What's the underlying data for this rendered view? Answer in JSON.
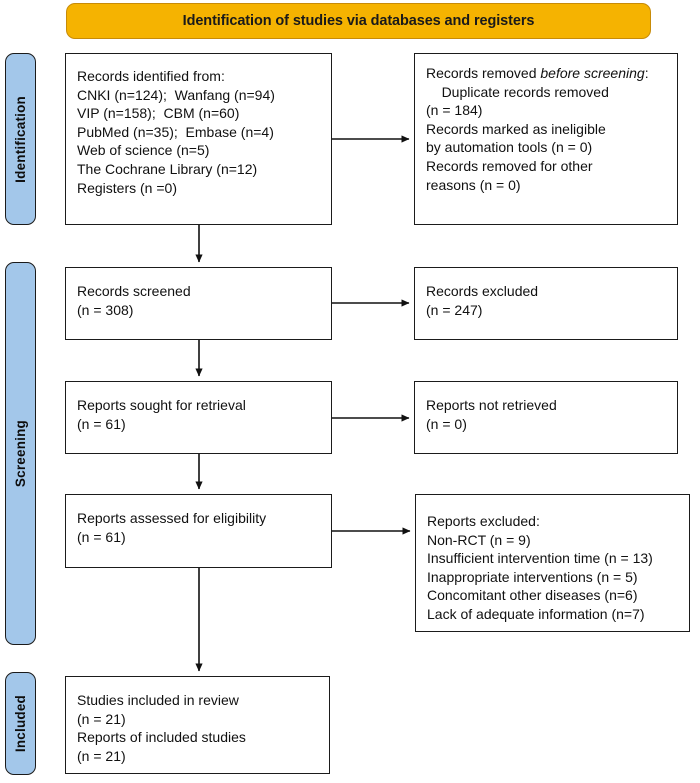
{
  "banner": {
    "title": "Identification of studies via databases and registers",
    "color": "#F5B301"
  },
  "phases": {
    "identification": "Identification",
    "screening": "Screening",
    "included": "Included",
    "color": "#A3C7EA"
  },
  "boxes": {
    "records_identified": {
      "name": "Records identified from",
      "text": "Records identified from:\nCNKI (n=124);  Wanfang (n=94)\nVIP (n=158);  CBM (n=60)\nPubMed (n=35);  Embase (n=4)\nWeb of science (n=5)\nThe Cochrane Library (n=12)\nRegisters (n =0)",
      "sources": [
        {
          "label": "CNKI",
          "n": 124
        },
        {
          "label": "Wanfang",
          "n": 94
        },
        {
          "label": "VIP",
          "n": 158
        },
        {
          "label": "CBM",
          "n": 60
        },
        {
          "label": "PubMed",
          "n": 35
        },
        {
          "label": "Embase",
          "n": 4
        },
        {
          "label": "Web of science",
          "n": 5
        },
        {
          "label": "The Cochrane Library",
          "n": 12
        },
        {
          "label": "Registers",
          "n": 0
        }
      ]
    },
    "records_removed": {
      "heading_plain": "Records removed ",
      "heading_italic": "before screening",
      "heading_colon": ":",
      "items": "    Duplicate records removed\n(n = 184)\nRecords marked as ineligible\nby automation tools (n = 0)\nRecords removed for other\nreasons (n = 0)",
      "duplicates_n": 184,
      "automation_n": 0,
      "other_n": 0
    },
    "records_screened": {
      "text": "Records screened\n(n = 308)",
      "n": 308
    },
    "records_excluded": {
      "text": "Records excluded\n(n = 247)",
      "n": 247
    },
    "reports_sought": {
      "text": "Reports sought for retrieval\n(n = 61)",
      "n": 61
    },
    "reports_not_retrieved": {
      "text": "Reports not retrieved\n(n = 0)",
      "n": 0
    },
    "reports_assessed": {
      "text": "Reports assessed for eligibility\n(n = 61)",
      "n": 61
    },
    "reports_excluded": {
      "text": "Reports excluded:\nNon-RCT (n = 9)\nInsufficient intervention time (n = 13)\nInappropriate interventions (n = 5)\nConcomitant other diseases (n=6)\nLack of adequate information (n=7)",
      "reasons": [
        {
          "label": "Non-RCT",
          "n": 9
        },
        {
          "label": "Insufficient intervention time",
          "n": 13
        },
        {
          "label": "Inappropriate interventions",
          "n": 5
        },
        {
          "label": "Concomitant other diseases",
          "n": 6
        },
        {
          "label": "Lack of adequate information",
          "n": 7
        }
      ]
    },
    "studies_included": {
      "text": "Studies included in review\n(n = 21)\nReports of included studies\n(n = 21)",
      "studies_n": 21,
      "reports_n": 21
    }
  }
}
